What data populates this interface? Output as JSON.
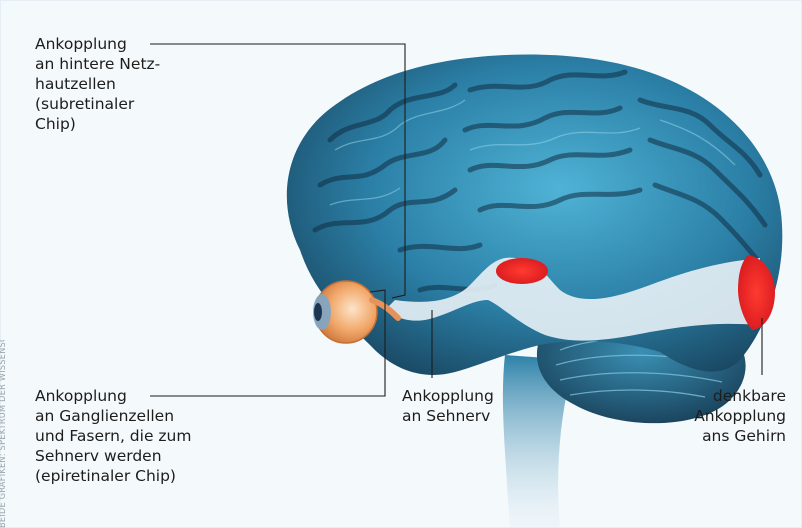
{
  "labels": {
    "subretinal": [
      "Ankopplung",
      "an hintere Netz-",
      "hautzellen",
      "(subretinaler",
      "Chip)"
    ],
    "epiretinal": [
      "Ankopplung",
      "an Ganglienzellen",
      "und Fasern, die zum",
      "Sehnerv werden",
      "(epiretinaler Chip)"
    ],
    "sehnerv": [
      "Ankopplung",
      "an Sehnerv"
    ],
    "gehirn": [
      "denkbare",
      "Ankopplung",
      "ans Gehirn"
    ]
  },
  "credit": "BEIDE GRAFIKEN: SPEKTRUM DER WISSENSCHAFT / SIGANIM",
  "colors": {
    "brain": "#2f8fb4",
    "brain_dark": "#163d55",
    "highlight_red": "#e8262a",
    "eye_orange": "#f0a060",
    "pathway": "#e8f1f6",
    "leader_line": "#1d1d1b"
  }
}
